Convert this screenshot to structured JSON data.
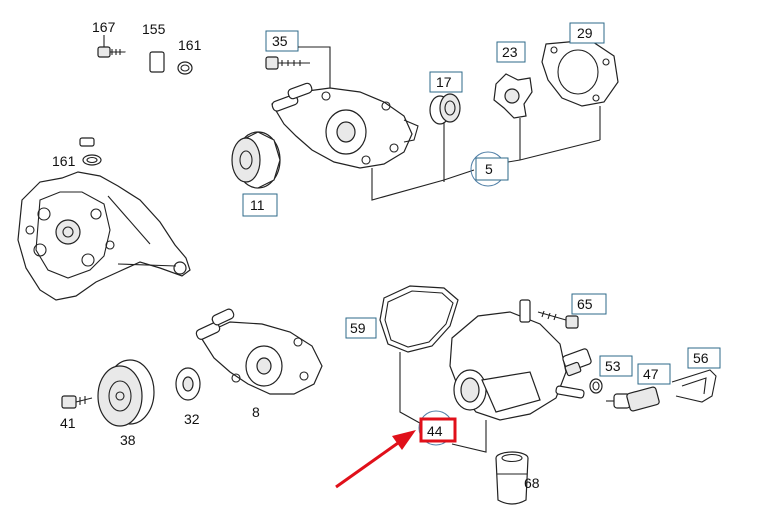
{
  "labels": {
    "p167": "167",
    "p155": "155",
    "p161a": "161",
    "p161b": "161",
    "p35": "35",
    "p23": "23",
    "p29": "29",
    "p17": "17",
    "p5": "5",
    "p11": "11",
    "p59": "59",
    "p65": "65",
    "p53": "53",
    "p47": "47",
    "p56": "56",
    "p44": "44",
    "p41": "41",
    "p38": "38",
    "p32": "32",
    "p8": "8",
    "p68": "68"
  },
  "colors": {
    "highlight": "#e0101a",
    "arrow": "#e0101a",
    "label_box": "#2e6a8a",
    "reference_circle": "#4f7ea6"
  },
  "highlighted_part": "44"
}
